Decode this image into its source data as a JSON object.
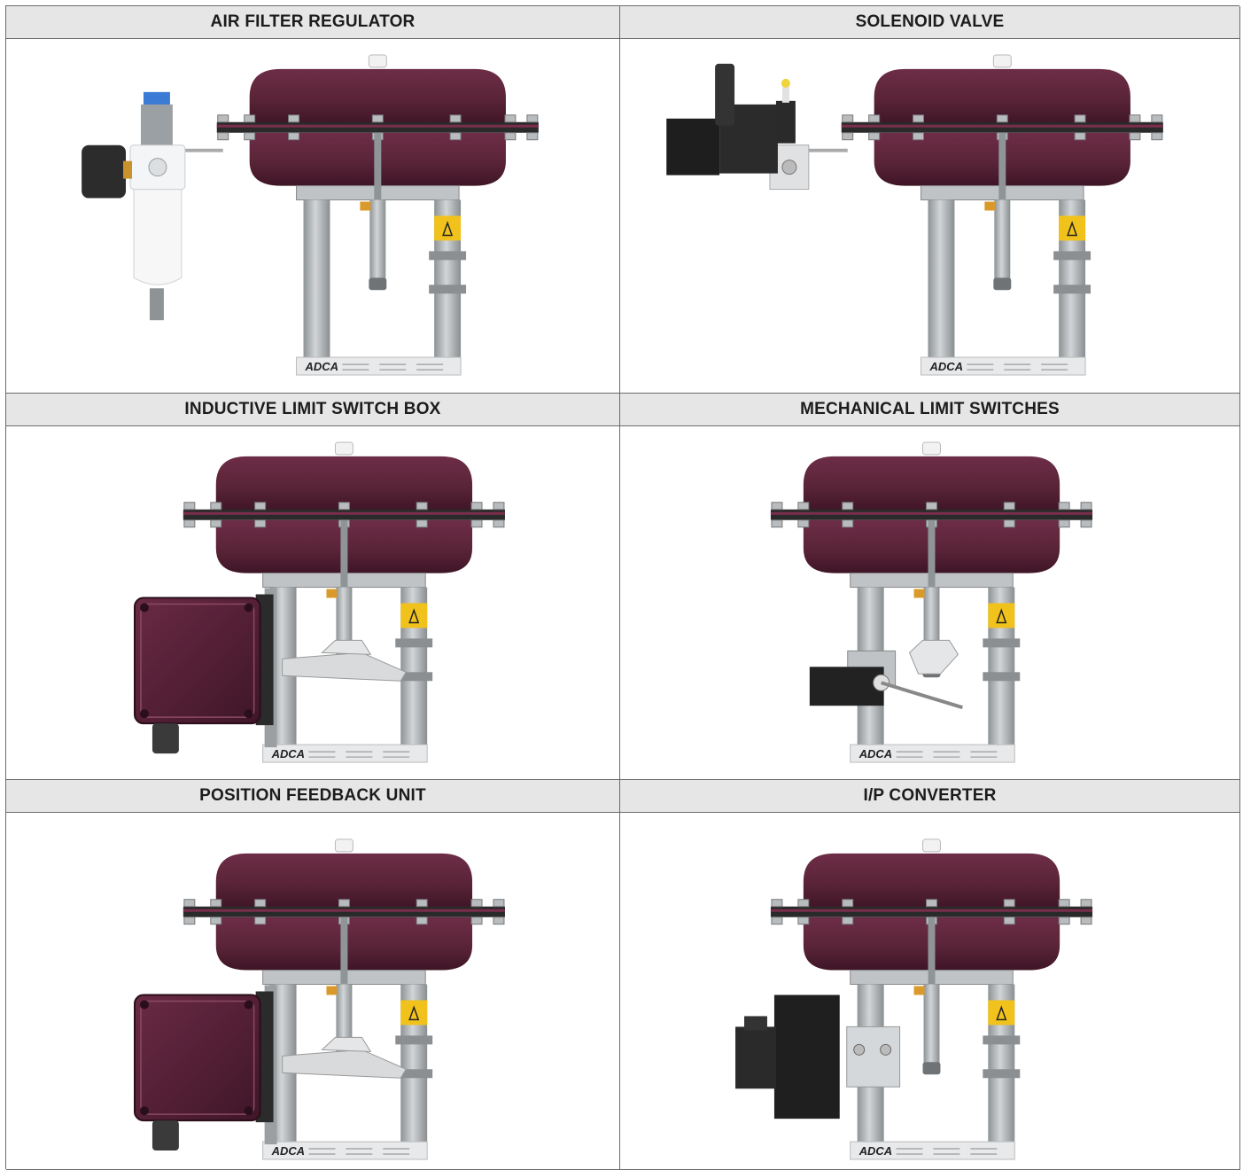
{
  "panels": [
    {
      "title": "AIR FILTER REGULATOR",
      "accessory": "air-filter-regulator"
    },
    {
      "title": "SOLENOID VALVE",
      "accessory": "solenoid-valve"
    },
    {
      "title": "INDUCTIVE LIMIT SWITCH BOX",
      "accessory": "limit-switch-box"
    },
    {
      "title": "MECHANICAL LIMIT SWITCHES",
      "accessory": "mechanical-switches"
    },
    {
      "title": "POSITION FEEDBACK UNIT",
      "accessory": "limit-switch-box"
    },
    {
      "title": "I/P CONVERTER",
      "accessory": "ip-converter"
    }
  ],
  "nameplate": {
    "brand": "ADCA"
  },
  "colors": {
    "actuator": "#5a2438",
    "actuator_dark": "#3e1526",
    "steel": "#a9aeb1",
    "warning": "#f1c21b",
    "header": "#e6e6e6"
  }
}
